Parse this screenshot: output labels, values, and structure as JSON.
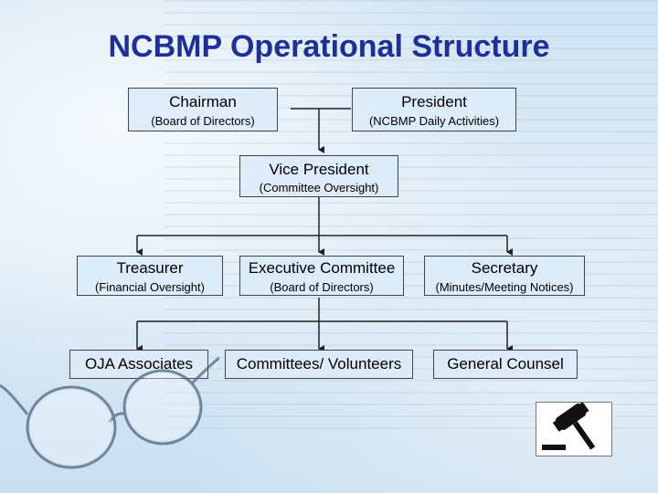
{
  "slide": {
    "title": "NCBMP Operational  Structure"
  },
  "org_chart": {
    "top_left": {
      "title": "Chairman",
      "subtitle": "(Board of Directors)"
    },
    "top_right": {
      "title": "President",
      "subtitle": "(NCBMP Daily Activities)"
    },
    "middle": {
      "title": "Vice President",
      "subtitle": "(Committee Oversight)"
    },
    "level3": [
      {
        "title": "Treasurer",
        "subtitle": "(Financial Oversight)"
      },
      {
        "title": "Executive Committee",
        "subtitle": "(Board of Directors)"
      },
      {
        "title": "Secretary",
        "subtitle": "(Minutes/Meeting Notices)"
      }
    ],
    "level4": [
      {
        "title": "OJA Associates"
      },
      {
        "title": "Committees/ Volunteers"
      },
      {
        "title": "General Counsel"
      }
    ]
  },
  "colors": {
    "title": "#1f2f9a",
    "connector": "#222222",
    "box_fill": "#dcebf7"
  },
  "icons": [
    "eyeglasses-icon",
    "gavel-icon"
  ]
}
